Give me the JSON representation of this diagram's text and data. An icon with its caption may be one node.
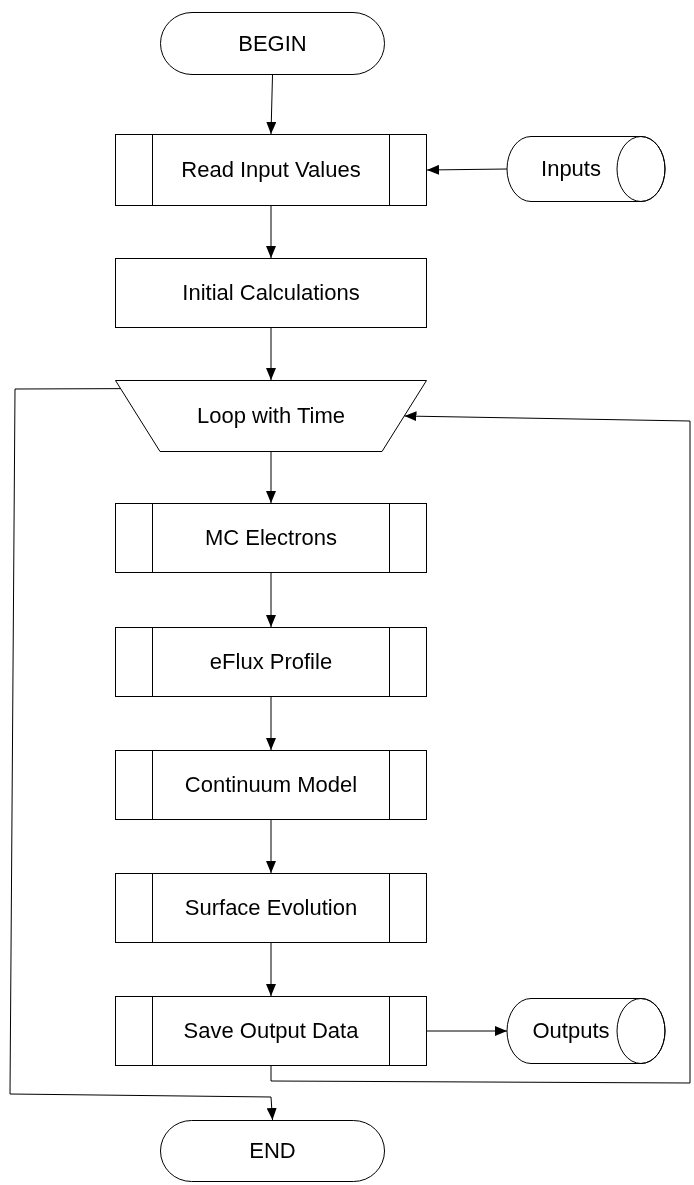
{
  "diagram": {
    "nodes": [
      {
        "text": [
          "BEGIN"
        ]
      },
      {
        "text": [
          "Read Input Values"
        ]
      },
      {
        "text": [
          "Inputs"
        ]
      },
      {
        "text": [
          "Initial Calculations"
        ]
      },
      {
        "text": [
          "Loop with Time"
        ]
      },
      {
        "text": [
          "MC Electrons"
        ]
      },
      {
        "text": [
          "eFlux Profile"
        ]
      },
      {
        "text": [
          "Continuum Model"
        ]
      },
      {
        "text": [
          "Surface Evolution"
        ]
      },
      {
        "text": [
          "Save Output Data"
        ]
      },
      {
        "text": [
          "Outputs"
        ]
      },
      {
        "text": [
          "END"
        ]
      }
    ],
    "edges": [
      {
        "from": 0,
        "to": 1,
        "arrow": "to"
      },
      {
        "from": 2,
        "to": 1,
        "arrow": "to"
      },
      {
        "from": 1,
        "to": 3,
        "arrow": "to"
      },
      {
        "from": 3,
        "to": 4,
        "arrow": "to"
      },
      {
        "from": 4,
        "to": 5,
        "arrow": "to"
      },
      {
        "from": 5,
        "to": 6,
        "arrow": "to"
      },
      {
        "from": 6,
        "to": 7,
        "arrow": "to"
      },
      {
        "from": 7,
        "to": 8,
        "arrow": "to"
      },
      {
        "from": 8,
        "to": 9,
        "arrow": "to"
      },
      {
        "from": 9,
        "to": 10,
        "arrow": "to"
      },
      {
        "from": 9,
        "to": 4,
        "arrow": "to"
      },
      {
        "from": 4,
        "to": 11,
        "arrow": "to"
      }
    ]
  }
}
